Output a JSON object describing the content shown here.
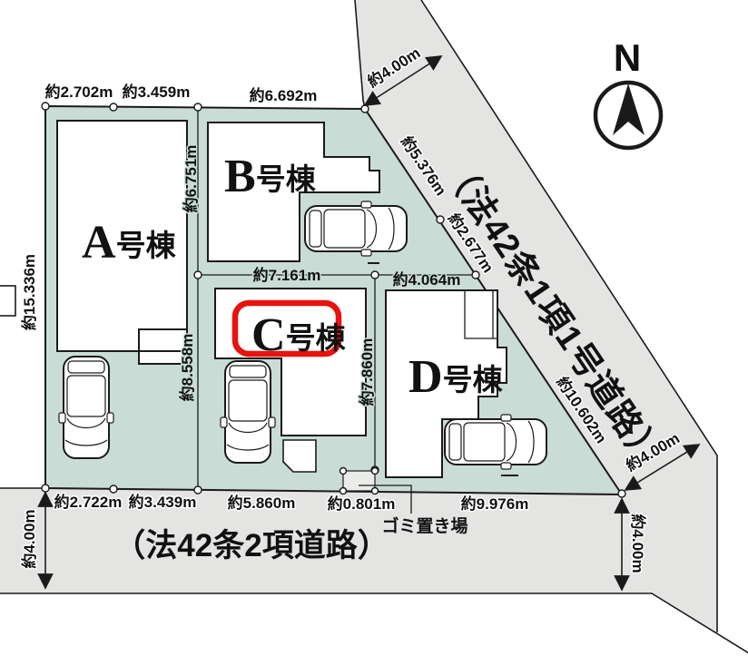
{
  "compass": {
    "north_label": "N"
  },
  "roads": {
    "diagonal_name": "（法42条1項1号道路）",
    "bottom_name": "（法42条2項道路）"
  },
  "buildings": {
    "a": {
      "letter": "A",
      "suffix": "号棟"
    },
    "b": {
      "letter": "B",
      "suffix": "号棟"
    },
    "c": {
      "letter": "C",
      "suffix": "号棟"
    },
    "d": {
      "letter": "D",
      "suffix": "号棟"
    }
  },
  "labels": {
    "garbage": "ゴミ置き場"
  },
  "dimensions": {
    "top": [
      "約2.702m",
      "約3.459m",
      "約6.692m"
    ],
    "bottom": [
      "約2.722m",
      "約3.439m",
      "約5.860m",
      "約0.801m",
      "約9.976m"
    ],
    "left_side": [
      "約15.336m"
    ],
    "inner_vertical": [
      "約6.751m",
      "約8.558m",
      "約7.860m"
    ],
    "inner_horizontal": [
      "約7.161m",
      "約4.064m"
    ],
    "diagonal_side": [
      "約5.376m",
      "約2.677m",
      "約10.602m"
    ],
    "road_width_top": "約4.00m",
    "road_width_bottom_right": "約4.00m",
    "road_width_right": "約4.00m",
    "road_width_left": "約4.00m"
  },
  "colors": {
    "parcel": "#c9dcd5",
    "road": "#e4e5e3",
    "garbage_box": "#eaece9",
    "highlight_red": "#e7130f"
  }
}
